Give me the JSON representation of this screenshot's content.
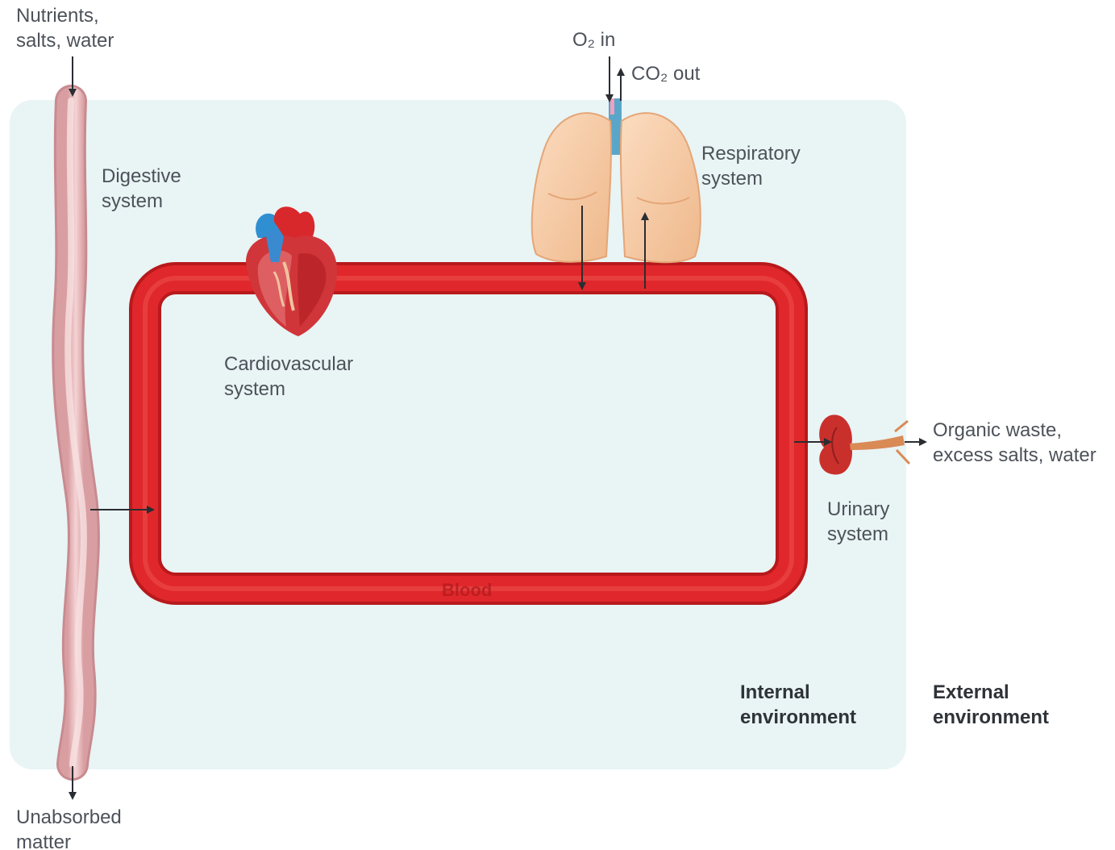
{
  "labels": {
    "nutrients": [
      "Nutrients,",
      "salts, water"
    ],
    "unabsorbed": [
      "Unabsorbed",
      "matter"
    ],
    "digestive": [
      "Digestive",
      "system"
    ],
    "cardiovascular": [
      "Cardiovascular",
      "system"
    ],
    "respiratory": [
      "Respiratory",
      "system"
    ],
    "urinary": [
      "Urinary",
      "system"
    ],
    "organic_waste": [
      "Organic waste,",
      "excess salts, water"
    ],
    "o2_in": "O₂ in",
    "co2_out": "CO₂ out",
    "blood": "Blood",
    "internal_environment": [
      "Internal",
      "environment"
    ],
    "external_environment": [
      "External",
      "environment"
    ]
  },
  "colors": {
    "internal_environment_bg": "#e9f4f5",
    "blood_vessel": "#e0272b",
    "blood_vessel_dark": "#b8191c",
    "digestive_tract": "#ecc0c2",
    "lungs": "#f6c9a2",
    "kidney": "#c9302c",
    "ureter": "#d98a55"
  },
  "icons": {
    "heart": "heart-icon",
    "lungs": "lungs-icon",
    "kidney": "kidney-icon"
  }
}
